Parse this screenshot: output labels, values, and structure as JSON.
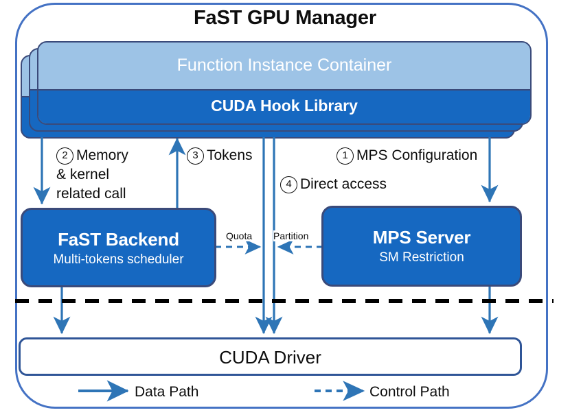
{
  "diagram": {
    "title": "FaST GPU Manager",
    "colors": {
      "frame_border": "#4472C4",
      "container_light": "#9DC3E6",
      "container_dark": "#1668C1",
      "box_border": "#3a4a7a",
      "arrow_blue": "#2E75B6",
      "divider_black": "#000000",
      "text_dark": "#0d0d0d",
      "text_light": "#ffffff"
    },
    "containers": {
      "stack_count": 3,
      "top_label": "Function Instance Container",
      "bottom_label": "CUDA Hook Library"
    },
    "components": [
      {
        "title": "FaST Backend",
        "subtitle": "Multi-tokens scheduler"
      },
      {
        "title": "MPS Server",
        "subtitle": "SM Restriction"
      }
    ],
    "driver": {
      "label": "CUDA Driver"
    },
    "annotations": [
      {
        "num": "2",
        "text": "Memory",
        "line2": "& kernel",
        "line3": "related call"
      },
      {
        "num": "3",
        "text": "Tokens"
      },
      {
        "num": "1",
        "text": "MPS Configuration"
      },
      {
        "num": "4",
        "text": "Direct access"
      }
    ],
    "control_labels": {
      "quota": "Quota",
      "partition": "Partition"
    },
    "legend": [
      {
        "key": "data-path",
        "label": "Data Path",
        "style": "solid"
      },
      {
        "key": "control-path",
        "label": "Control Path",
        "style": "dashed"
      }
    ]
  }
}
